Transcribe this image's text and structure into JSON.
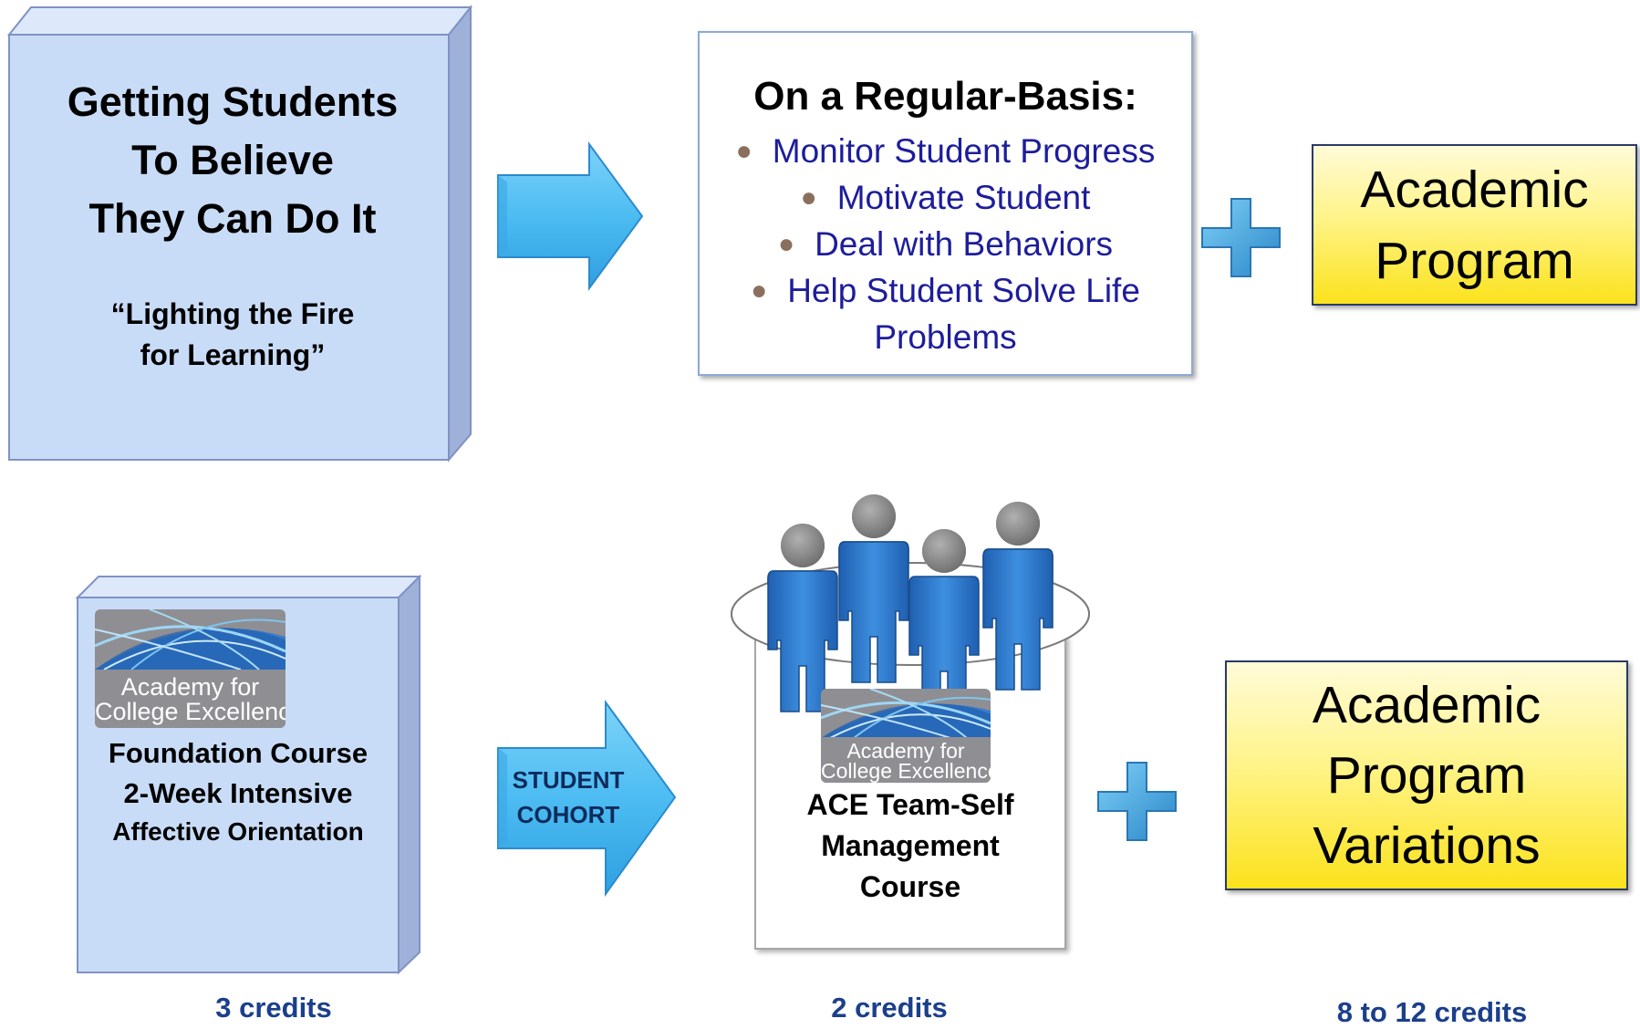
{
  "box1": {
    "title_lines": [
      "Getting Students",
      "To Believe",
      "They Can Do It"
    ],
    "quote_lines": [
      "“Lighting the Fire",
      "for Learning”"
    ]
  },
  "regular": {
    "title": "On a Regular-Basis:",
    "items": [
      "Monitor Student Progress",
      "Motivate Student",
      "Deal with Behaviors",
      "Help Student Solve Life",
      "Problems"
    ]
  },
  "academic_program": {
    "lines": [
      "Academic",
      "Program"
    ]
  },
  "foundation": {
    "logo_lines": [
      "Academy for",
      "College Excellence"
    ],
    "lines": [
      "Foundation Course",
      "2-Week Intensive",
      "Affective Orientation"
    ],
    "credits": "3 credits"
  },
  "cohort_arrow": {
    "lines": [
      "STUDENT",
      "COHORT"
    ]
  },
  "ace": {
    "logo_lines": [
      "Academy for",
      "College Excellence"
    ],
    "lines": [
      "ACE Team-Self",
      "Management",
      "Course"
    ],
    "credits": "2 credits"
  },
  "academic_variations": {
    "lines": [
      "Academic",
      "Program",
      "Variations"
    ],
    "credits": "8 to 12 credits"
  },
  "colors": {
    "box_blue": "#c9dcf7",
    "arrow_blue": "#5cc1f3",
    "bullet_text": "#1d1d9b",
    "credits_text": "#1b3f8b",
    "person_body": "#2e7fd0",
    "person_head": "#8a8a8a",
    "yellow": "#fbe21c"
  },
  "icons": [
    "plus-icon",
    "right-arrow-icon",
    "people-group-icon",
    "logo-waves-icon"
  ]
}
